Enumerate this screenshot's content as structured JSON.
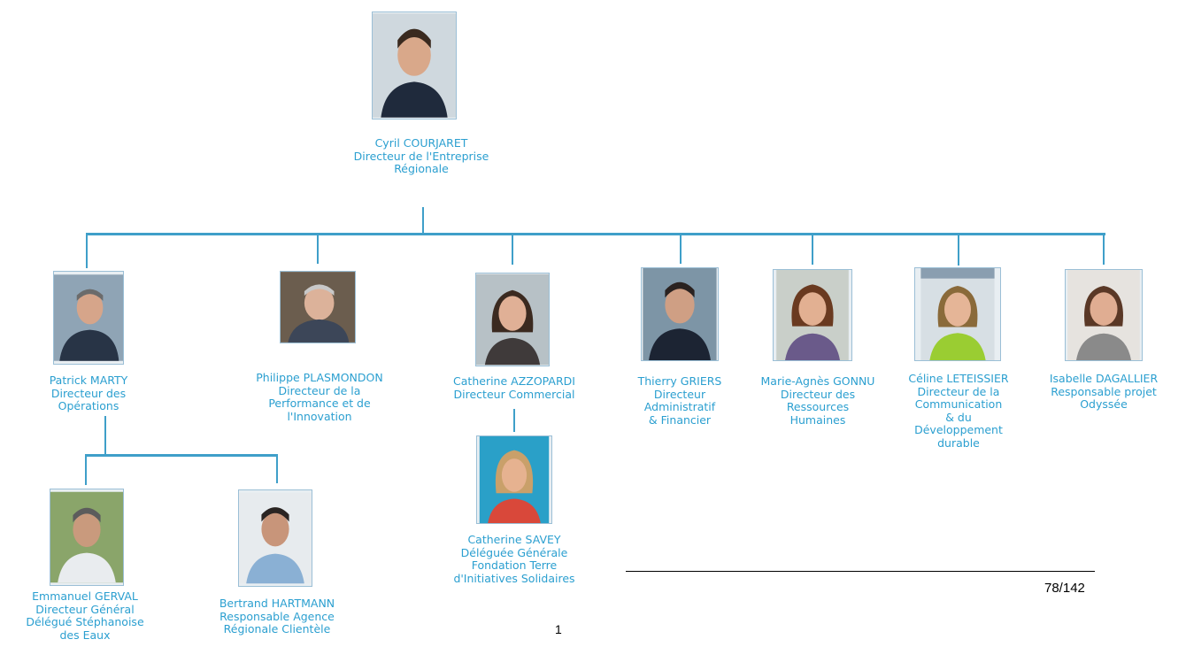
{
  "org_chart": {
    "ceo": {
      "name": "Cyril COURJARET",
      "role": "Directeur de l'Entreprise\nRégionale"
    },
    "directors": [
      {
        "name": "Patrick MARTY",
        "role": "Directeur des\nOpérations"
      },
      {
        "name": "Philippe PLASMONDON",
        "role": "Directeur de la\nPerformance et de\nl'Innovation"
      },
      {
        "name": "Catherine AZZOPARDI",
        "role": "Directeur Commercial"
      },
      {
        "name": "Thierry GRIERS",
        "role": "Directeur\nAdministratif\n& Financier"
      },
      {
        "name": "Marie-Agnès GONNU",
        "role": "Directeur des\nRessources\nHumaines"
      },
      {
        "name": "Céline LETEISSIER",
        "role": "Directeur de la\nCommunication\n& du\nDéveloppement\ndurable"
      },
      {
        "name": "Isabelle DAGALLIER",
        "role": "Responsable projet\nOdyssée"
      }
    ],
    "operations_reports": [
      {
        "name": "Emmanuel GERVAL",
        "role": "Directeur Général\nDélégué Stéphanoise\ndes Eaux"
      },
      {
        "name": "Bertrand HARTMANN",
        "role": "Responsable Agence\nRégionale Clientèle"
      }
    ],
    "commercial_reports": [
      {
        "name": "Catherine SAVEY",
        "role": "Déléguée Générale\nFondation Terre\nd'Initiatives Solidaires"
      }
    ]
  },
  "page": {
    "page_number": "78/142",
    "footer_number": "1"
  },
  "colors": {
    "connector": "#3f9fc9",
    "label_text": "#2b9fd0",
    "photo_border": "#9bbfd6"
  },
  "photo_icon": "person-portrait-icon"
}
